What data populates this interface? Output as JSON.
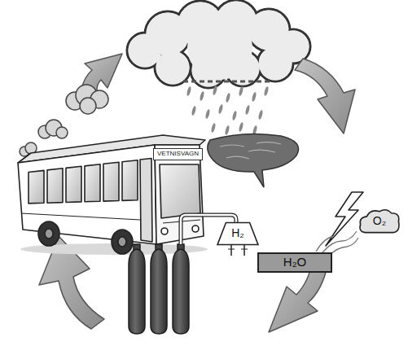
{
  "diagram": {
    "nodes": [
      {
        "text": [
          "VETNISVAGN"
        ]
      },
      {
        "text": [
          "H₂"
        ]
      },
      {
        "text": [
          "O₂"
        ]
      },
      {
        "text": [
          "H₂O"
        ]
      }
    ]
  }
}
